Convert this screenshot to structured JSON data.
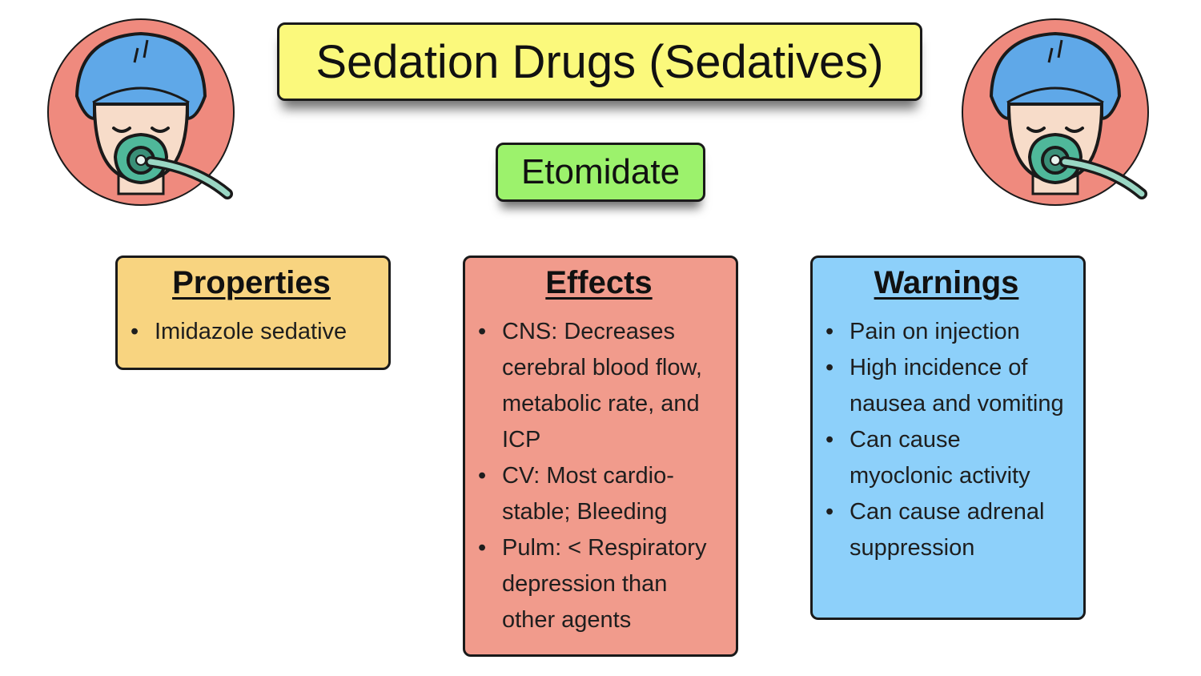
{
  "title": "Sedation Drugs (Sedatives)",
  "drug": "Etomidate",
  "icons": {
    "left": "patient-with-oxygen-mask-icon",
    "right": "patient-with-oxygen-mask-icon"
  },
  "colors": {
    "title_bg": "#fbf97c",
    "drug_bg": "#9cf26c",
    "properties_bg": "#f8d480",
    "effects_bg": "#f19b8c",
    "warnings_bg": "#8dd0fa",
    "avatar_circle": "#ef8a7e",
    "cap": "#5fa8e8",
    "mask": "#4fb89a"
  },
  "properties": {
    "heading": "Properties",
    "items": [
      "Imidazole sedative"
    ]
  },
  "effects": {
    "heading": "Effects",
    "items": [
      "CNS: Decreases cerebral blood flow, metabolic rate, and ICP",
      "CV: Most cardio-stable; Bleeding",
      "Pulm: < Respiratory depression than other agents"
    ]
  },
  "warnings": {
    "heading": "Warnings",
    "items": [
      "Pain on injection",
      "High incidence of nausea and vomiting",
      "Can cause myoclonic activity",
      "Can cause adrenal suppression"
    ]
  }
}
